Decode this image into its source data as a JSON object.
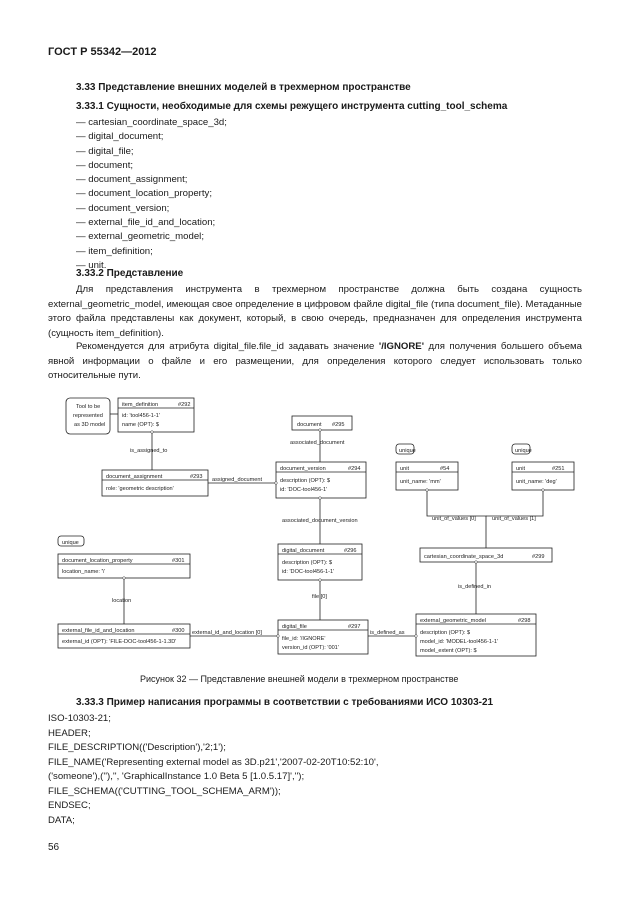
{
  "header": "ГОСТ Р 55342—2012",
  "section_3_33": "3.33 Представление внешних моделей в трехмерном пространстве",
  "section_3_33_1": "3.33.1 Сущности, необходимые для схемы режущего инструмента cutting_tool_schema",
  "entities": [
    "— cartesian_coordinate_space_3d;",
    "— digital_document;",
    "— digital_file;",
    "— document;",
    "— document_assignment;",
    "— document_location_property;",
    "— document_version;",
    "— external_file_id_and_location;",
    "— external_geometric_model;",
    "— item_definition;",
    "— unit."
  ],
  "section_3_33_2": "3.33.2 Представление",
  "para1": "Для представления инструмента в трехмерном пространстве должна быть создана сущность external_geometric_model, имеющая свое определение в цифровом файле digital_file (типа document_file). Метаданные этого файла представлены как документ, который, в свою очередь, предназначен для определения инструмента (сущность item_definition).",
  "para2_before": "Рекомендуется для атрибута digital_file.file_id задавать значение ",
  "para2_bold": "'/IGNORE'",
  "para2_after": " для получения большего объема явной информации о файле и его размещении, для определения которого следует использовать только относительные пути.",
  "diagram": {
    "note": [
      "Tool to be",
      "represented",
      "as 3D model"
    ],
    "item_definition": {
      "name": "item_definition",
      "id": "#292",
      "lines": [
        "id: 'tool456-1-1'",
        "name (OPT): $"
      ]
    },
    "document": {
      "name": "document",
      "id": "#295"
    },
    "document_assignment": {
      "name": "document_assignment",
      "id": "#293",
      "lines": [
        "role: 'geometric description'"
      ]
    },
    "document_version": {
      "name": "document_version",
      "id": "#294",
      "lines": [
        "description (OPT): $",
        "id: 'DOC-tool456-1'"
      ]
    },
    "unit_mm": {
      "name": "unit",
      "id": "#54",
      "lines": [
        "unit_name: 'mm'"
      ]
    },
    "unit_deg": {
      "name": "unit",
      "id": "#251",
      "lines": [
        "unit_name: 'deg'"
      ]
    },
    "document_location_property": {
      "name": "document_location_property",
      "id": "#301",
      "lines": [
        "location_name: '\\'"
      ]
    },
    "digital_document": {
      "name": "digital_document",
      "id": "#296",
      "lines": [
        "description (OPT): $",
        "id: 'DOC-tool456-1-1'"
      ]
    },
    "cartesian_coordinate_space_3d": {
      "name": "cartesian_coordinate_space_3d",
      "id": "#299"
    },
    "external_file_id_and_location": {
      "name": "external_file_id_and_location",
      "id": "#300",
      "lines": [
        "external_id (OPT): 'FILE-DOC-tool456-1-1.3D'"
      ]
    },
    "digital_file": {
      "name": "digital_file",
      "id": "#297",
      "lines": [
        "file_id: '/IGNORE'",
        "version_id (OPT): '001'"
      ]
    },
    "external_geometric_model": {
      "name": "external_geometric_model",
      "id": "#298",
      "lines": [
        "description (OPT): $",
        "model_id: 'MODEL-tool456-1-1'",
        "model_extent (OPT): $"
      ]
    },
    "unique": "unique",
    "rel_is_assigned_to": "is_assigned_to",
    "rel_associated_document": "associated_document",
    "rel_assigned_document": "assigned_document",
    "rel_associated_document_version": "associated_document_version",
    "rel_unit_of_values_0": "unit_of_values [0]",
    "rel_unit_of_values_1": "unit_of_values [1]",
    "rel_location": "location",
    "rel_file_0": "file [0]",
    "rel_is_defined_in": "is_defined_in",
    "rel_external_id_and_location": "external_id_and_location [0]",
    "rel_is_defined_as": "is_defined_as"
  },
  "figure_caption": "Рисунок 32 — Представление внешней модели в трехмерном пространстве",
  "section_3_33_3": "3.33.3 Пример написания программы в соответствии с требованиями ИСО 10303-21",
  "code": [
    "ISO-10303-21;",
    "HEADER;",
    "FILE_DESCRIPTION(('Description'),'2;1');",
    "FILE_NAME('Representing external model as 3D.p21','2007-02-20T10:52:10',",
    "('someone'),(''),'', 'GraphicalInstance 1.0 Beta 5 [1.0.5.17]','');",
    "FILE_SCHEMA(('CUTTING_TOOL_SCHEMA_ARM'));",
    "ENDSEC;",
    "DATA;"
  ],
  "page_number": "56"
}
